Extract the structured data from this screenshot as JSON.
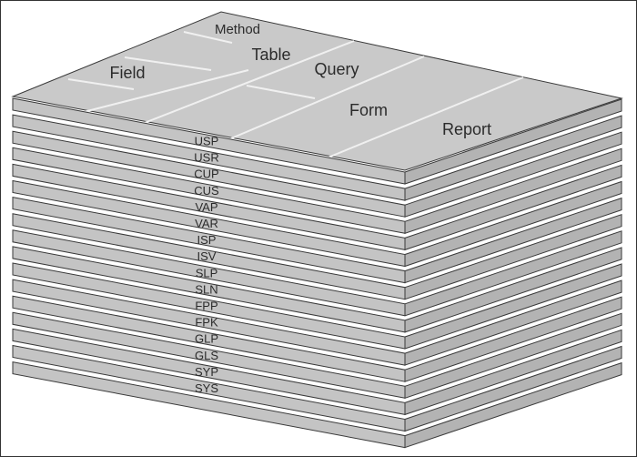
{
  "diagram": {
    "top_objects": [
      {
        "id": "method",
        "label": "Method"
      },
      {
        "id": "table",
        "label": "Table"
      },
      {
        "id": "query",
        "label": "Query"
      },
      {
        "id": "field",
        "label": "Field"
      },
      {
        "id": "form",
        "label": "Form"
      },
      {
        "id": "report",
        "label": "Report"
      }
    ],
    "layers": [
      "USP",
      "USR",
      "CUP",
      "CUS",
      "VAP",
      "VAR",
      "ISP",
      "ISV",
      "SLP",
      "SLN",
      "FPP",
      "FPK",
      "GLP",
      "GLS",
      "SYP",
      "SYS"
    ],
    "colors": {
      "top_face": "#c9c9c9",
      "front_face": "#c4c4c4",
      "side_face": "#b3b3b3",
      "stroke": "#3a3a3a",
      "divider": "#f2f2f2"
    }
  }
}
